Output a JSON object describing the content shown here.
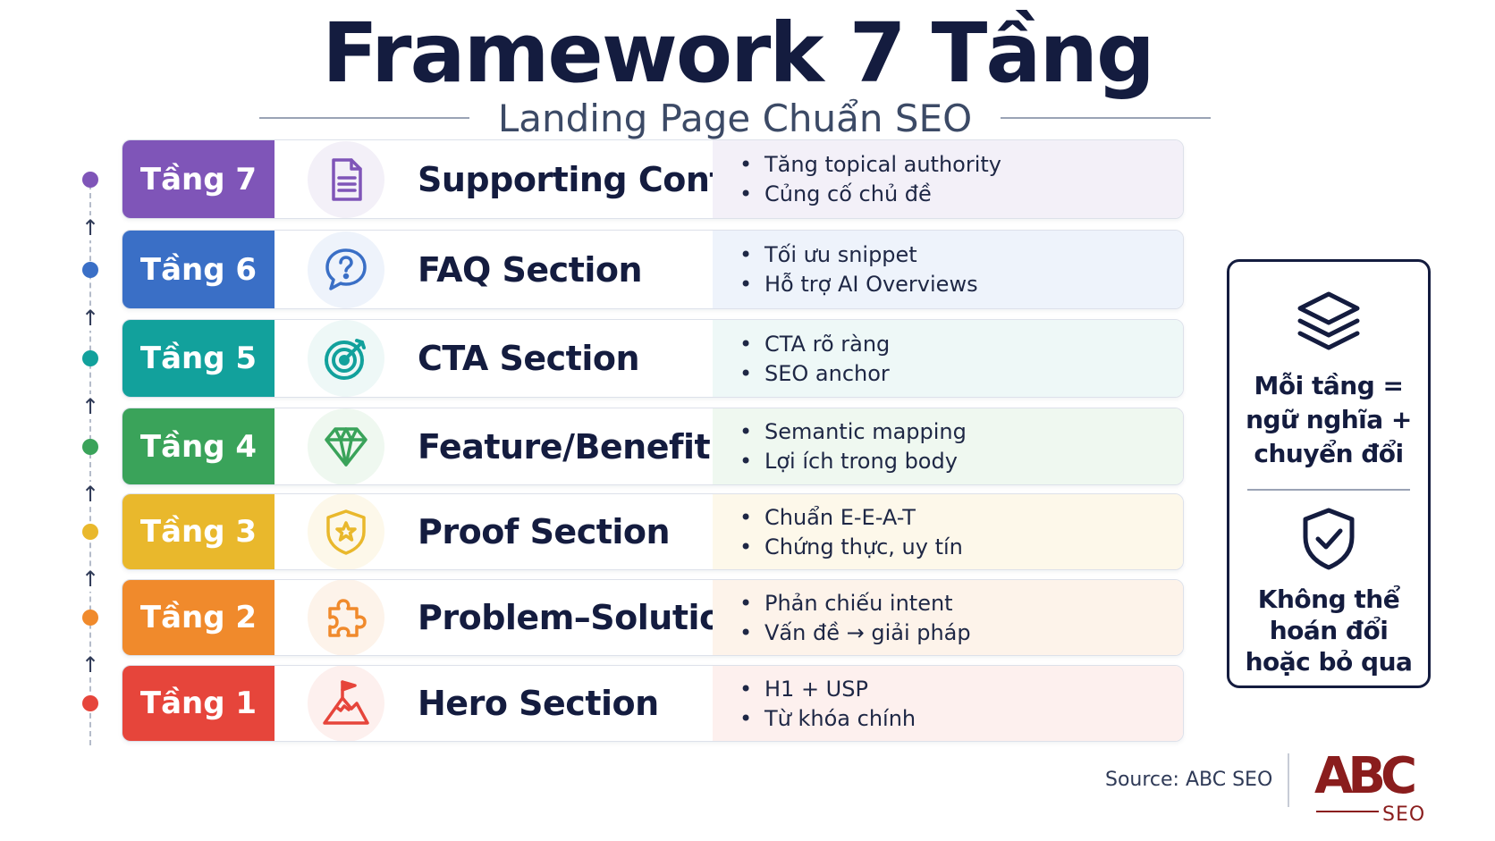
{
  "title": "Framework 7 Tầng",
  "subtitle": "Landing Page Chuẩn SEO",
  "layers": [
    {
      "label": "Tầng 7",
      "title": "Supporting Content",
      "bullets": [
        "Tăng topical authority",
        "Củng cố chủ đề"
      ],
      "color": "#7f55b8",
      "tint": "#f3f0f8",
      "icon": "document-icon"
    },
    {
      "label": "Tầng 6",
      "title": "FAQ Section",
      "bullets": [
        "Tối ưu snippet",
        "Hỗ trợ AI Overviews"
      ],
      "color": "#3a6fc6",
      "tint": "#eef3fb",
      "icon": "question-bubble-icon"
    },
    {
      "label": "Tầng 5",
      "title": "CTA Section",
      "bullets": [
        "CTA rõ ràng",
        "SEO anchor"
      ],
      "color": "#12a19c",
      "tint": "#eef8f7",
      "icon": "target-icon"
    },
    {
      "label": "Tầng 4",
      "title": "Feature/Benefit",
      "bullets": [
        "Semantic mapping",
        "Lợi ích trong body"
      ],
      "color": "#3aa35a",
      "tint": "#eff8f0",
      "icon": "diamond-icon"
    },
    {
      "label": "Tầng 3",
      "title": "Proof Section",
      "bullets": [
        "Chuẩn E-E-A-T",
        "Chứng thực, uy tín"
      ],
      "color": "#e9b82c",
      "tint": "#fdf8ea",
      "icon": "shield-star-icon"
    },
    {
      "label": "Tầng 2",
      "title": "Problem–Solution",
      "bullets": [
        "Phản chiếu intent",
        "Vấn đề → giải pháp"
      ],
      "color": "#f08a2c",
      "tint": "#fdf3ea",
      "icon": "puzzle-icon"
    },
    {
      "label": "Tầng 1",
      "title": "Hero Section",
      "bullets": [
        "H1 + USP",
        "Từ khóa chính"
      ],
      "color": "#e6453b",
      "tint": "#fdf0ee",
      "icon": "mountain-flag-icon"
    }
  ],
  "side": {
    "text1": "Mỗi tầng = ngữ nghĩa + chuyển đổi",
    "text2": "Không thể hoán đổi hoặc bỏ qua",
    "icon1": "layers-icon",
    "icon2": "shield-check-icon"
  },
  "source": "Source: ABC SEO",
  "logo": {
    "top": "ABC",
    "bottom": "SEO",
    "color": "#8a1d1d"
  }
}
